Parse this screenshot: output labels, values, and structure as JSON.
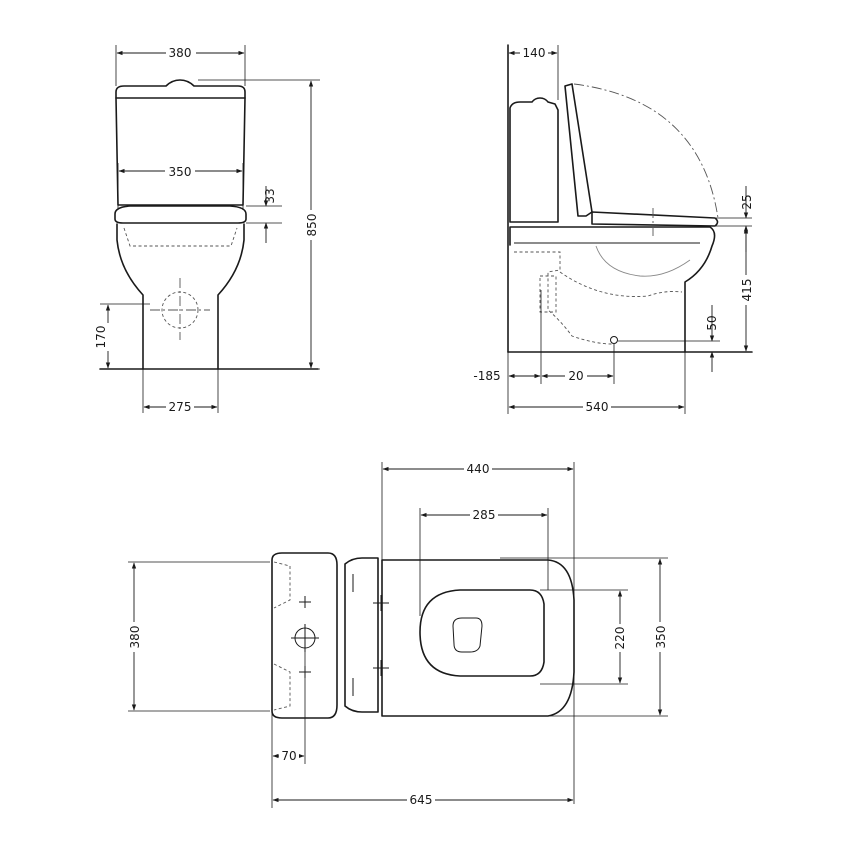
{
  "dimensions": {
    "front_width": "380",
    "front_seat_width": "350",
    "front_seat_thickness": "33",
    "front_total_height": "850",
    "front_outlet_height": "170",
    "front_base_width": "275",
    "side_tank_depth": "140",
    "side_seat_gap": "25",
    "side_seat_height": "415",
    "side_outlet_height": "50",
    "side_wall_offset": "-185",
    "side_outlet_offset": "20",
    "side_total_depth": "540",
    "top_bowl_length": "440",
    "top_seat_width": "285",
    "top_tank_width": "380",
    "top_fixing_spacing": "220",
    "top_bowl_width": "350",
    "top_tank_offset": "70",
    "top_total_length": "645"
  }
}
